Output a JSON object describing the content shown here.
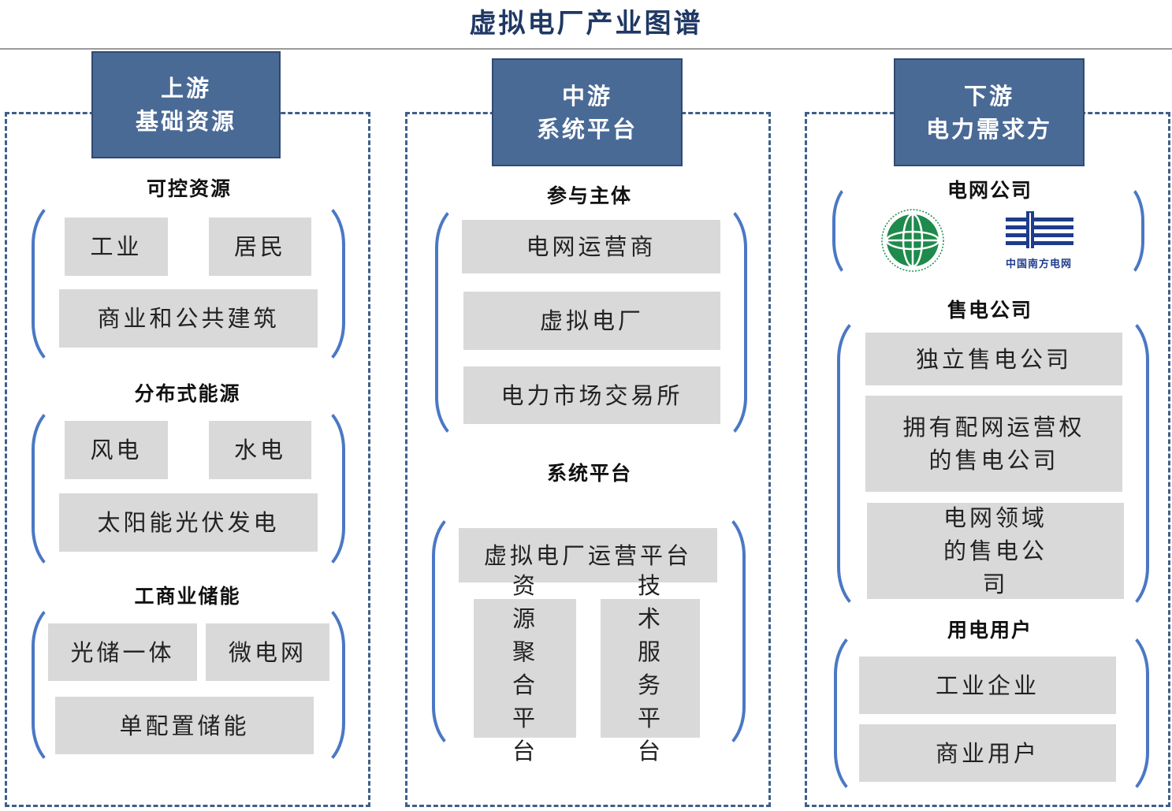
{
  "title": "虚拟电厂产业图谱",
  "upstream": {
    "header_line1": "上游",
    "header_line2": "基础资源",
    "sections": [
      {
        "title": "可控资源",
        "items": [
          "工业",
          "居民",
          "商业和公共建筑"
        ]
      },
      {
        "title": "分布式能源",
        "items": [
          "风电",
          "水电",
          "太阳能光伏发电"
        ]
      },
      {
        "title": "工商业储能",
        "items": [
          "光储一体",
          "微电网",
          "单配置储能"
        ]
      }
    ]
  },
  "midstream": {
    "header_line1": "中游",
    "header_line2": "系统平台",
    "sections": [
      {
        "title": "参与主体",
        "items": [
          "电网运营商",
          "虚拟电厂",
          "电力市场交易所"
        ]
      },
      {
        "title": "系统平台",
        "items": [
          "虚拟电厂运营平台",
          "资源聚合平台",
          "技术服务平台"
        ]
      }
    ]
  },
  "downstream": {
    "header_line1": "下游",
    "header_line2": "电力需求方",
    "sections": [
      {
        "title": "电网公司",
        "logos": [
          "state-grid-logo",
          "china-southern-grid-logo"
        ],
        "logo_text": "中国南方电网"
      },
      {
        "title": "售电公司",
        "items": [
          "独立售电公司",
          "拥有配网运营权的售电公司",
          "电网领域的售电公司"
        ]
      },
      {
        "title": "用电用户",
        "items": [
          "工业企业",
          "商业用户"
        ]
      }
    ]
  },
  "colors": {
    "header_bg": "#4A6A96",
    "dashed_border": "#3E5F8A",
    "bracket": "#4A78C4",
    "box_bg": "#D9D9D9",
    "title": "#1F3864",
    "state_grid_green": "#1E8A4C",
    "southern_grid_blue": "#1E3C8C"
  }
}
